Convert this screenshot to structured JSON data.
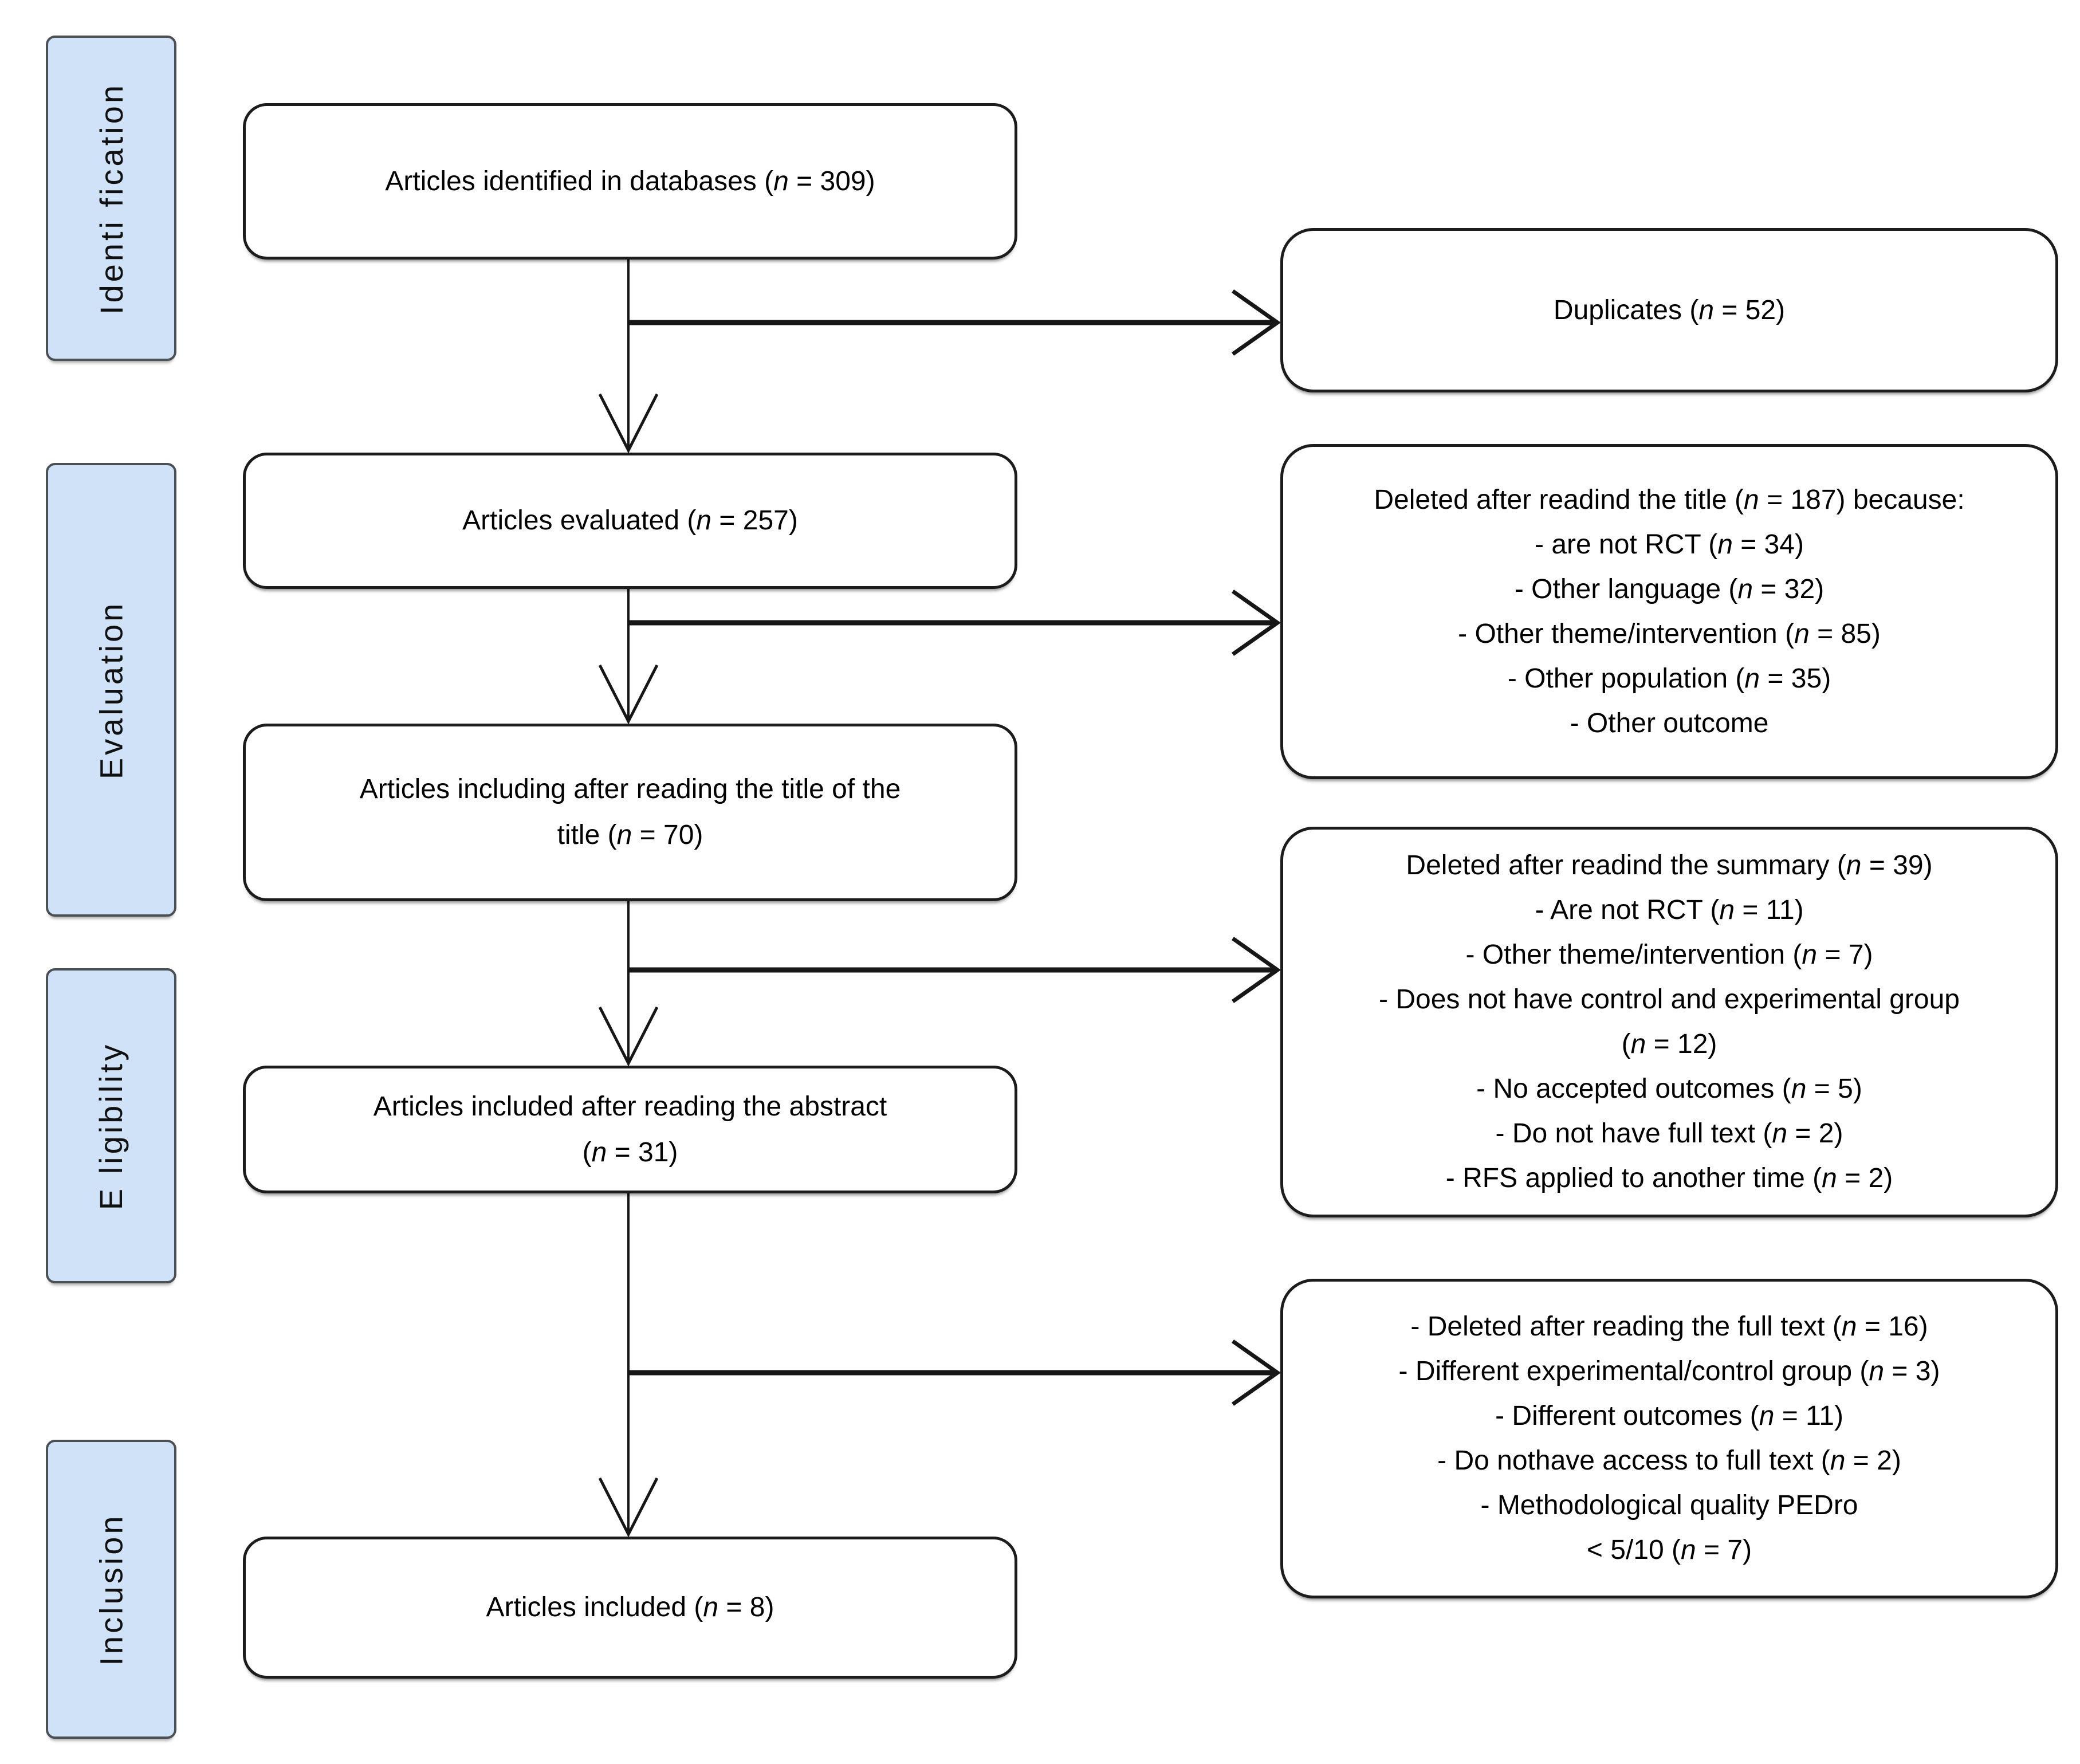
{
  "stages": [
    {
      "label": "Identi fication"
    },
    {
      "label": "Evaluation"
    },
    {
      "label": "E ligibility"
    },
    {
      "label": "Inclusion"
    }
  ],
  "flow_boxes": [
    {
      "lines": [
        "Articles identified in databases (n = 309)"
      ]
    },
    {
      "lines": [
        "Articles evaluated (n = 257)"
      ]
    },
    {
      "lines": [
        "Articles including after reading the title of the",
        "title (n = 70)"
      ]
    },
    {
      "lines": [
        "Articles included after reading the abstract",
        "(n = 31)"
      ]
    },
    {
      "lines": [
        "Articles included (n = 8)"
      ]
    }
  ],
  "exclusion_boxes": [
    {
      "lines": [
        "Duplicates (n = 52)"
      ]
    },
    {
      "lines": [
        "Deleted after readind the title (n = 187) because:",
        "- are not RCT (n = 34)",
        "- Other language (n = 32)",
        "- Other theme/intervention (n = 85)",
        "- Other population (n = 35)",
        "- Other outcome"
      ]
    },
    {
      "lines": [
        "Deleted after readind the summary (n = 39)",
        "- Are not RCT (n = 11)",
        "- Other theme/intervention (n = 7)",
        "- Does not have control and experimental group",
        "(n = 12)",
        "- No accepted outcomes (n = 5)",
        "- Do not have full text (n = 2)",
        "- RFS applied to another time (n = 2)"
      ]
    },
    {
      "lines": [
        "- Deleted after reading the full text (n = 16)",
        "- Different experimental/control group (n = 3)",
        "- Different outcomes (n = 11)",
        "- Do nothave access to full text (n = 2)",
        "- Methodological quality PEDro",
        "< 5/10 (n = 7)"
      ]
    }
  ],
  "colors": {
    "stage_fill": "#cfe2f7",
    "stage_border": "#4b5055",
    "box_border": "#1c1c1c",
    "connector": "#161616",
    "background": "#ffffff",
    "text": "#000000"
  }
}
